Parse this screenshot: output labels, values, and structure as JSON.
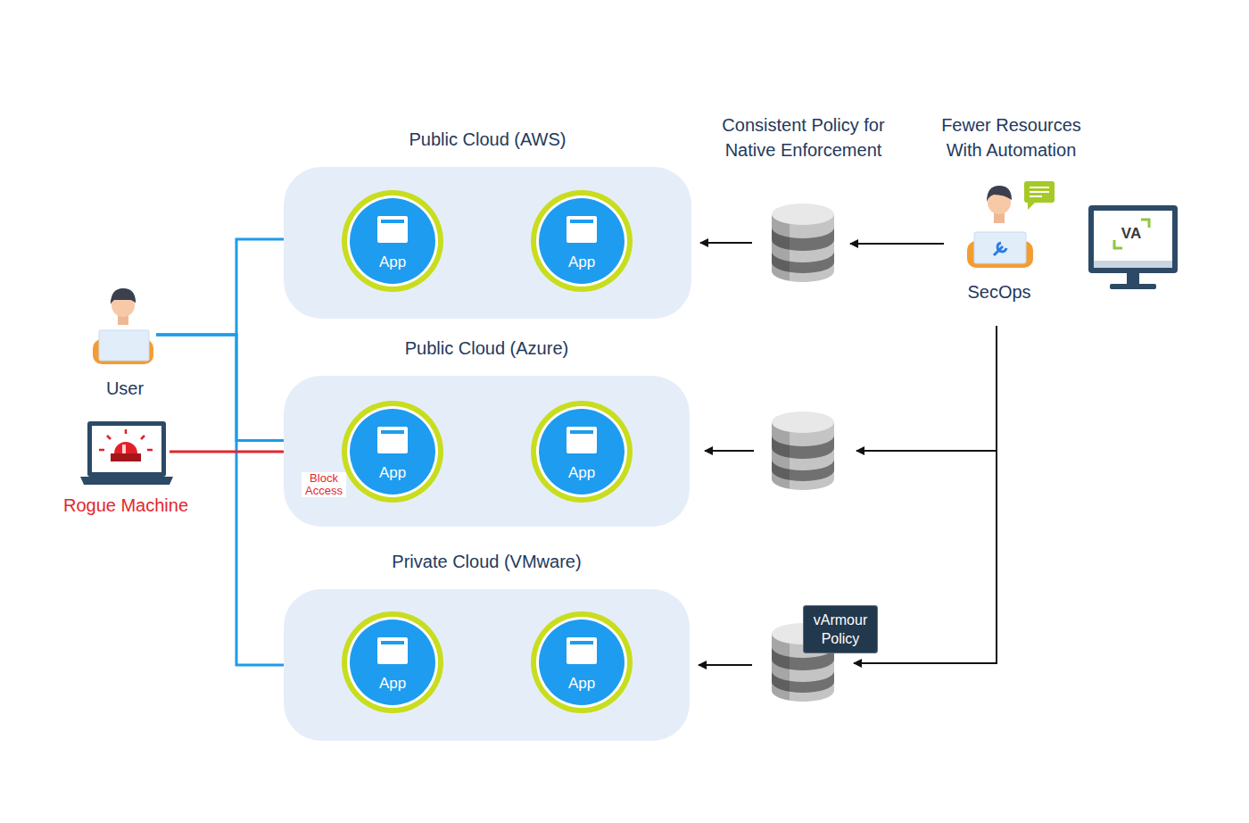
{
  "diagram": {
    "nodes": [
      {
        "text": [
          "Public Cloud (AWS)"
        ]
      },
      {
        "text": [
          "App"
        ],
        "in": 0
      },
      {
        "text": [
          "App"
        ],
        "in": 0
      },
      {
        "text": [
          "Public Cloud (Azure)"
        ]
      },
      {
        "text": [
          "App"
        ],
        "in": 3
      },
      {
        "text": [
          "App"
        ],
        "in": 3
      },
      {
        "text": [
          "Private Cloud (VMware)"
        ]
      },
      {
        "text": [
          "App"
        ],
        "in": 6
      },
      {
        "text": [
          "App"
        ],
        "in": 6
      },
      {
        "text": [
          "User"
        ]
      },
      {
        "text": [
          "Rogue Machine"
        ]
      },
      {
        "text": [
          "Consistent Policy for Native Enforcement"
        ]
      },
      {
        "text": [
          "Fewer Resources With Automation",
          "SecOps"
        ]
      },
      {
        "text": [
          "vArmour Policy"
        ]
      }
    ],
    "edges": [
      {
        "from": 9,
        "to": 0,
        "arrow": "none"
      },
      {
        "from": 9,
        "to": 3,
        "arrow": "none"
      },
      {
        "from": 9,
        "to": 6,
        "arrow": "none"
      },
      {
        "from": 10,
        "to": 4,
        "arrow": "none"
      },
      {
        "from": 12,
        "to": 11,
        "arrow": "to"
      },
      {
        "from": 11,
        "to": 0,
        "arrow": "to"
      },
      {
        "from": 12,
        "to": 13,
        "arrow": "to"
      },
      {
        "from": 13,
        "to": 6,
        "arrow": "to"
      }
    ],
    "labels": [
      "Block Access",
      "VA"
    ]
  }
}
